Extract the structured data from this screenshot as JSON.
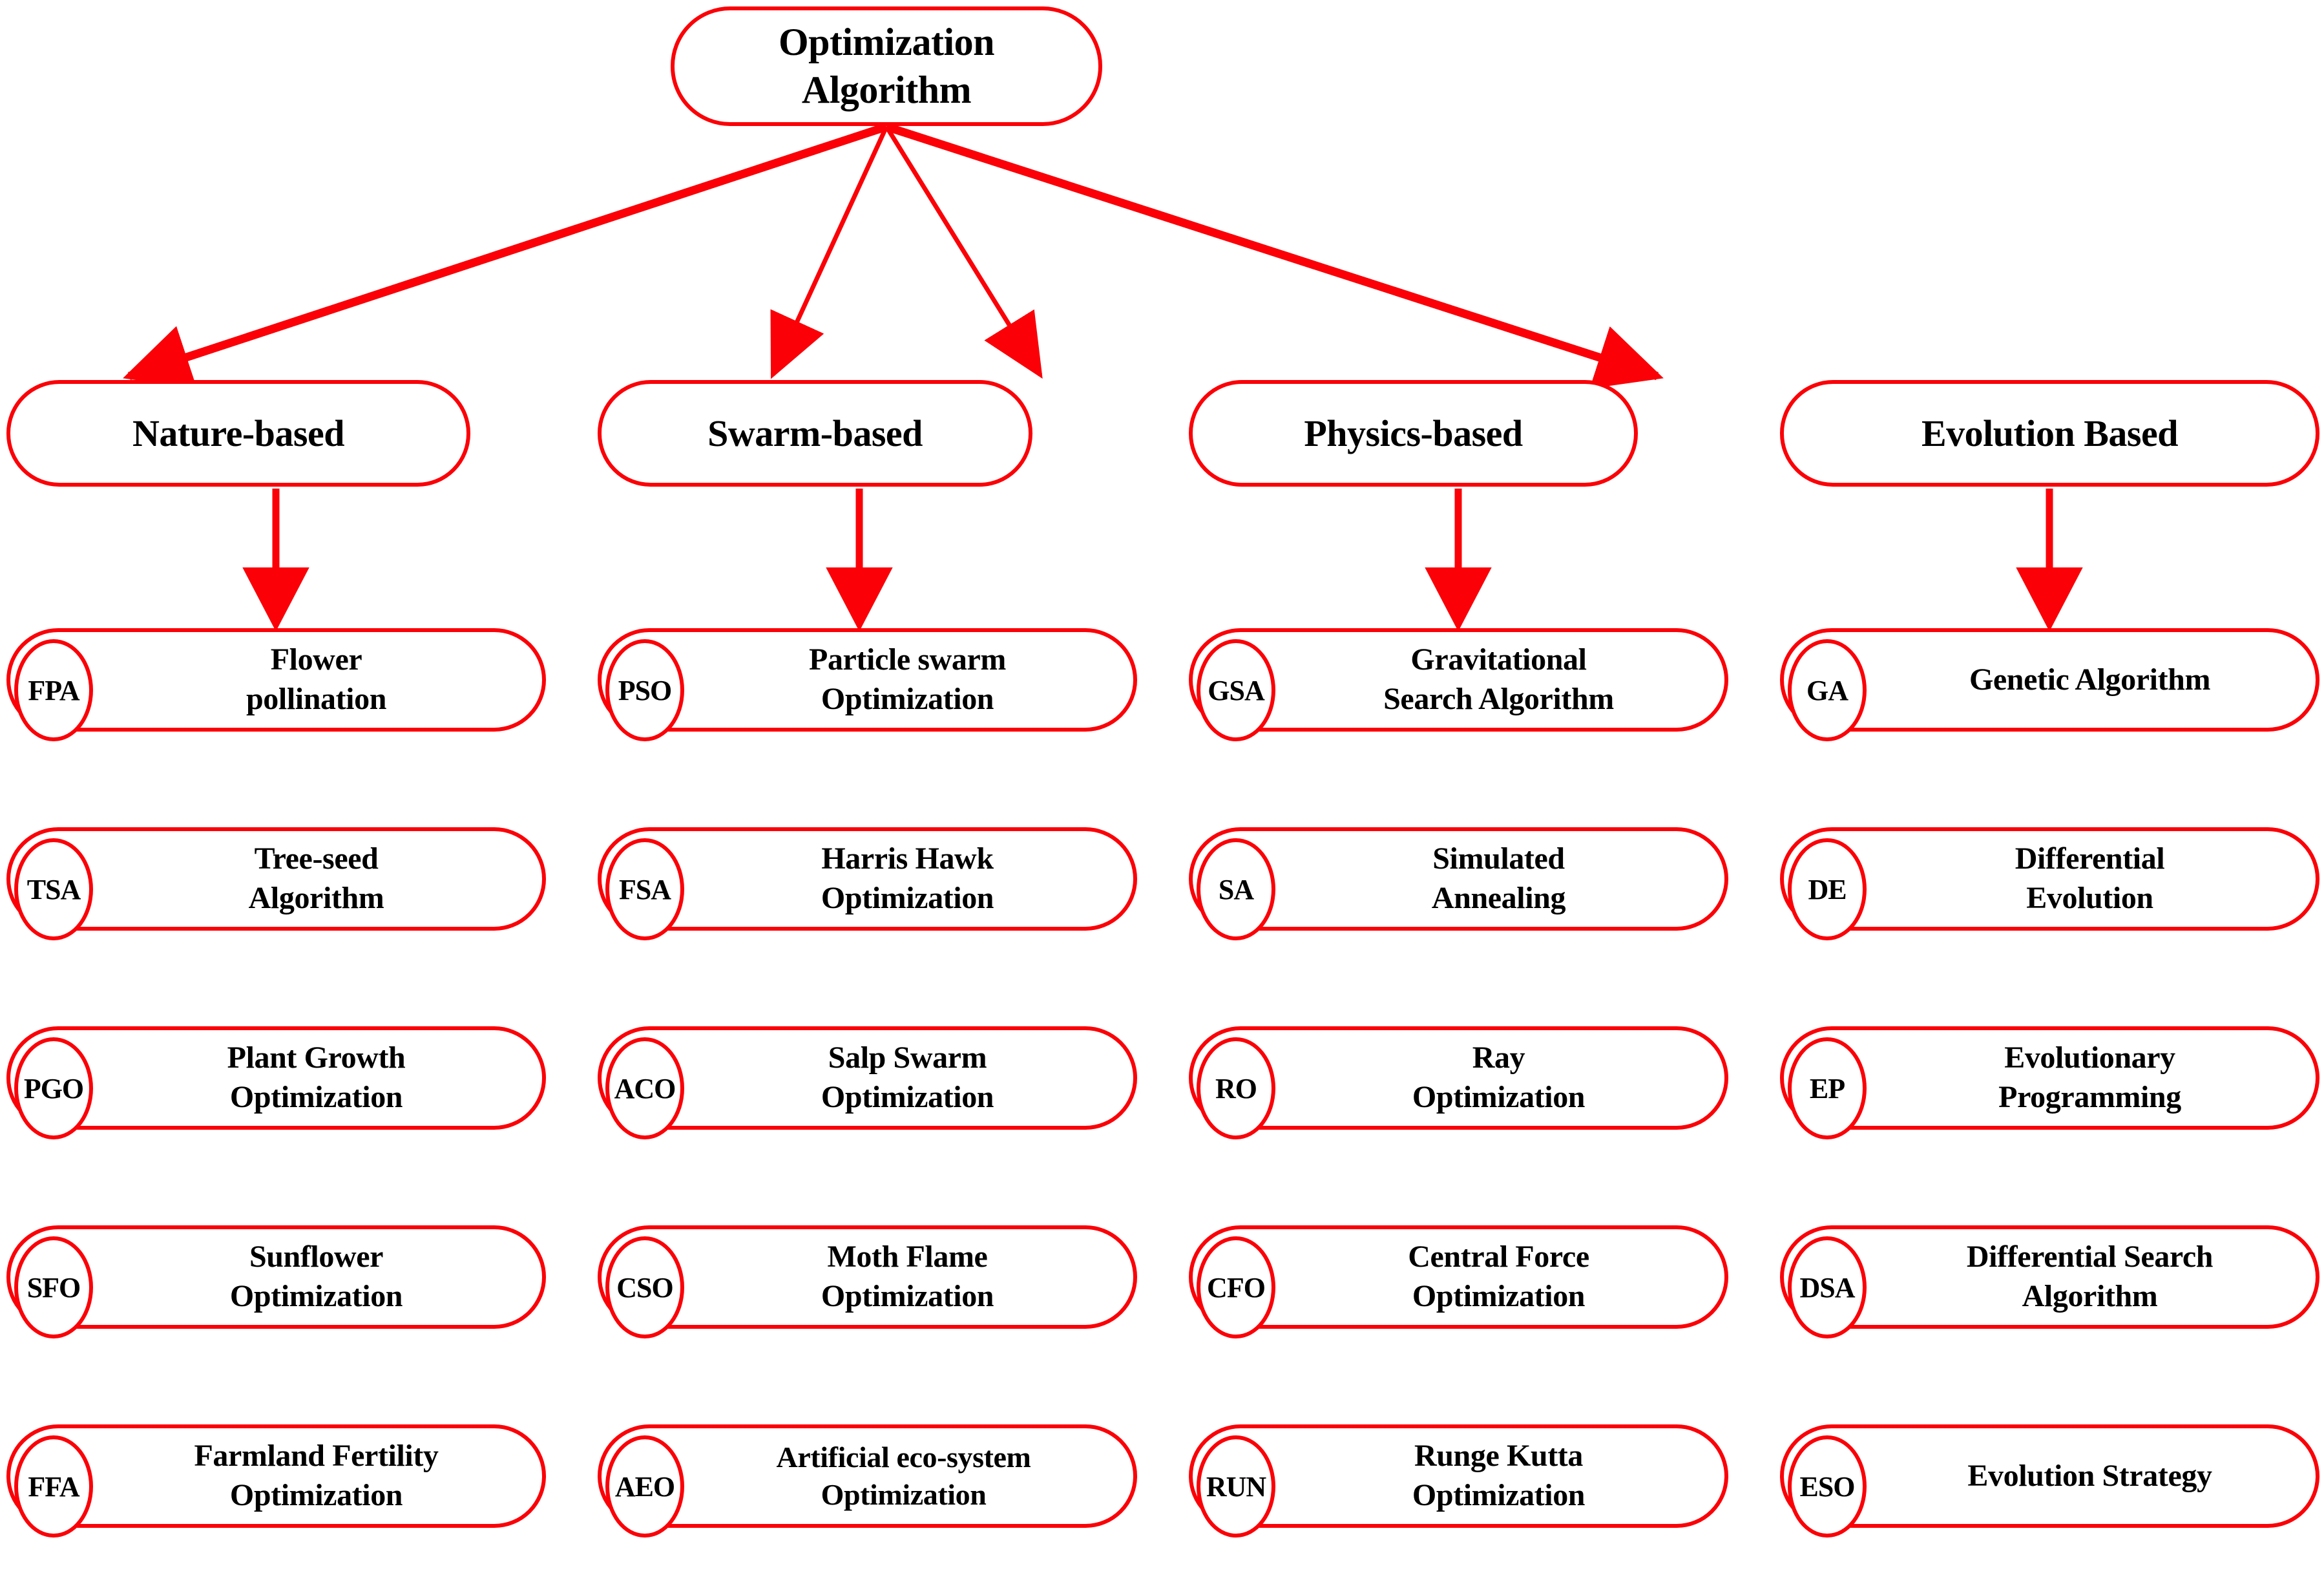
{
  "theme": {
    "accent": "#fb0007",
    "text": "#000000",
    "background": "#ffffff"
  },
  "root": {
    "label": "Optimization\nAlgorithm"
  },
  "categories": [
    {
      "label": "Nature-based"
    },
    {
      "label": "Swarm-based"
    },
    {
      "label": "Physics-based"
    },
    {
      "label": "Evolution Based"
    }
  ],
  "columns": [
    {
      "category": "Nature-based",
      "items": [
        {
          "abbr": "FPA",
          "name": "Flower\npollination"
        },
        {
          "abbr": "TSA",
          "name": "Tree-seed\n Algorithm"
        },
        {
          "abbr": "PGO",
          "name": "Plant Growth\nOptimization"
        },
        {
          "abbr": "SFO",
          "name": "Sunflower\nOptimization"
        },
        {
          "abbr": "FFA",
          "name": "Farmland Fertility\nOptimization"
        }
      ]
    },
    {
      "category": "Swarm-based",
      "items": [
        {
          "abbr": "PSO",
          "name": "Particle swarm\nOptimization"
        },
        {
          "abbr": "FSA",
          "name": "Harris Hawk\nOptimization"
        },
        {
          "abbr": "ACO",
          "name": "Salp Swarm\nOptimization"
        },
        {
          "abbr": "CSO",
          "name": "Moth Flame\nOptimization"
        },
        {
          "abbr": "AEO",
          "name": "Artificial eco-system\nOptimization"
        }
      ]
    },
    {
      "category": "Physics-based",
      "items": [
        {
          "abbr": "GSA",
          "name": "Gravitational\nSearch Algorithm"
        },
        {
          "abbr": "SA",
          "name": "Simulated\nAnnealing"
        },
        {
          "abbr": "RO",
          "name": "Ray\nOptimization"
        },
        {
          "abbr": "CFO",
          "name": "Central Force\nOptimization"
        },
        {
          "abbr": "RUN",
          "name": "Runge Kutta\nOptimization"
        }
      ]
    },
    {
      "category": "Evolution Based",
      "items": [
        {
          "abbr": "GA",
          "name": "Genetic Algorithm"
        },
        {
          "abbr": "DE",
          "name": "Differential\nEvolution"
        },
        {
          "abbr": "EP",
          "name": "Evolutionary\nProgramming"
        },
        {
          "abbr": "DSA",
          "name": "Differential Search\nAlgorithm"
        },
        {
          "abbr": "ESO",
          "name": "Evolution Strategy"
        }
      ]
    }
  ],
  "edges": {
    "root_to_categories": [
      {
        "from": "Optimization Algorithm",
        "to": "Nature-based"
      },
      {
        "from": "Optimization Algorithm",
        "to": "Swarm-based"
      },
      {
        "from": "Optimization Algorithm",
        "to": "Physics-based"
      },
      {
        "from": "Optimization Algorithm",
        "to": "Evolution Based"
      }
    ],
    "category_to_first_item": [
      {
        "from": "Nature-based",
        "to": "FPA"
      },
      {
        "from": "Swarm-based",
        "to": "PSO"
      },
      {
        "from": "Physics-based",
        "to": "GSA"
      },
      {
        "from": "Evolution Based",
        "to": "GA"
      }
    ]
  }
}
